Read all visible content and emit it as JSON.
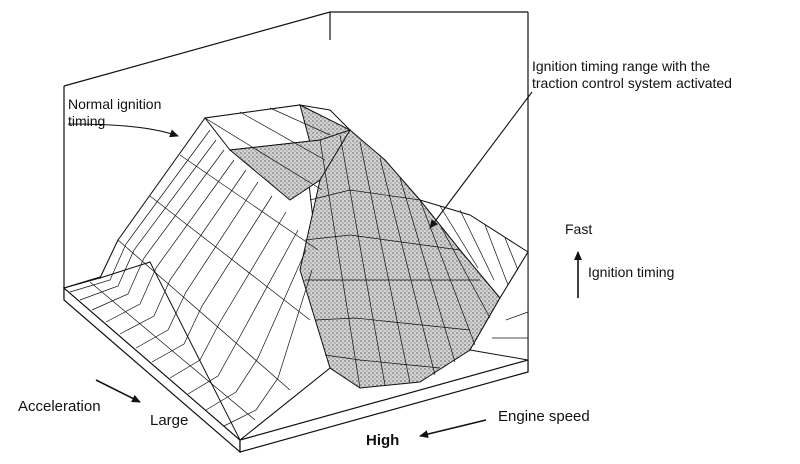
{
  "labels": {
    "normal_timing": "Normal ignition\ntiming",
    "tcs_range": "Ignition timing range with the\ntraction control system activated",
    "fast": "Fast",
    "ignition_timing": "Ignition timing",
    "acceleration": "Acceleration",
    "large": "Large",
    "engine_speed": "Engine speed",
    "high": "High"
  },
  "colors": {
    "ink": "#111111",
    "shade": "#c9c9c9",
    "paper": "#ffffff"
  }
}
